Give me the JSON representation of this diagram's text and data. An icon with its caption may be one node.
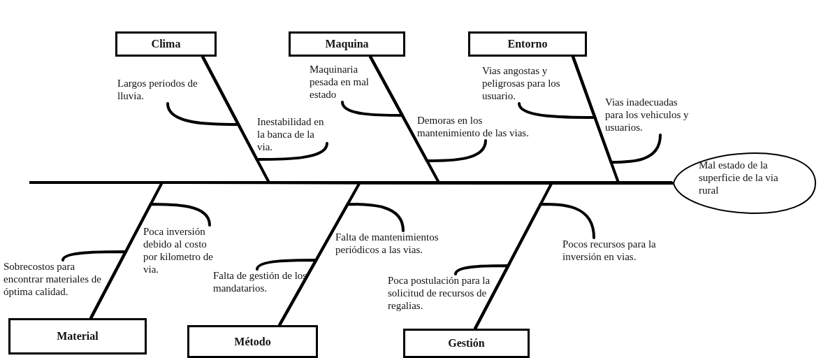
{
  "diagram": {
    "nodes": [
      {
        "text": [
          "Clima"
        ]
      },
      {
        "text": [
          "Maquina"
        ]
      },
      {
        "text": [
          "Entorno"
        ]
      },
      {
        "text": [
          "Largos periodos de lluvia."
        ]
      },
      {
        "text": [
          "Maquinaria pesada en mal estado"
        ]
      },
      {
        "text": [
          "Vias angostas y peligrosas para los usuario."
        ]
      },
      {
        "text": [
          "Inestabilidad en la banca de la via."
        ]
      },
      {
        "text": [
          "Demoras en los mantenimiento de las vias."
        ]
      },
      {
        "text": [
          "Vias inadecuadas para los vehiculos y usuarios."
        ]
      },
      {
        "text": [
          "Mal estado de la superficie de la via rural"
        ]
      },
      {
        "text": [
          "Poca inversión debido al costo por kilometro de via."
        ]
      },
      {
        "text": [
          "Falta de mantenimientos periódicos a las vias."
        ]
      },
      {
        "text": [
          "Pocos recursos para la inversión en vias."
        ]
      },
      {
        "text": [
          "Sobrecostos para encontrar materiales de óptima calidad."
        ]
      },
      {
        "text": [
          "Falta de gestión de los mandatarios."
        ]
      },
      {
        "text": [
          "Poca postulación para la solicitud de recursos de regalias."
        ]
      },
      {
        "text": [
          "Material"
        ]
      },
      {
        "text": [
          "Método"
        ]
      },
      {
        "text": [
          "Gestión"
        ]
      }
    ],
    "edges": [
      {
        "from": 0,
        "to": 9,
        "arrow": "none"
      },
      {
        "from": 1,
        "to": 9,
        "arrow": "none"
      },
      {
        "from": 2,
        "to": 9,
        "arrow": "none"
      },
      {
        "from": 16,
        "to": 9,
        "arrow": "none"
      },
      {
        "from": 17,
        "to": 9,
        "arrow": "none"
      },
      {
        "from": 18,
        "to": 9,
        "arrow": "none"
      },
      {
        "from": 3,
        "to": 0,
        "arrow": "none"
      },
      {
        "from": 6,
        "to": 0,
        "arrow": "none"
      },
      {
        "from": 4,
        "to": 1,
        "arrow": "none"
      },
      {
        "from": 7,
        "to": 1,
        "arrow": "none"
      },
      {
        "from": 5,
        "to": 2,
        "arrow": "none"
      },
      {
        "from": 8,
        "to": 2,
        "arrow": "none"
      },
      {
        "from": 10,
        "to": 16,
        "arrow": "none"
      },
      {
        "from": 13,
        "to": 16,
        "arrow": "none"
      },
      {
        "from": 11,
        "to": 17,
        "arrow": "none"
      },
      {
        "from": 14,
        "to": 17,
        "arrow": "none"
      },
      {
        "from": 12,
        "to": 18,
        "arrow": "none"
      },
      {
        "from": 15,
        "to": 18,
        "arrow": "none"
      }
    ]
  }
}
